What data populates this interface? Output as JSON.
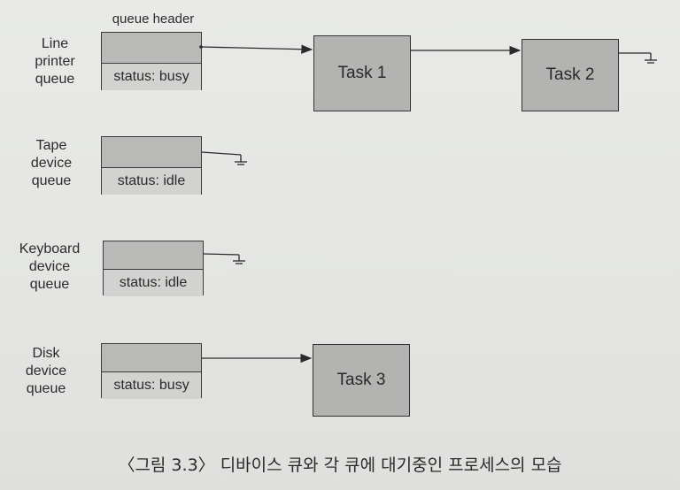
{
  "header_label": "queue header",
  "queues": [
    {
      "lines": [
        "Line",
        "printer",
        "queue"
      ],
      "status": "status: busy"
    },
    {
      "lines": [
        "Tape",
        "device",
        "queue"
      ],
      "status": "status: idle"
    },
    {
      "lines": [
        "Keyboard",
        "device",
        "queue"
      ],
      "status": "status: idle"
    },
    {
      "lines": [
        "Disk",
        "device",
        "queue"
      ],
      "status": "status: busy"
    }
  ],
  "tasks": [
    "Task 1",
    "Task 2",
    "Task 3"
  ],
  "caption": "〈그림 3.3〉 디바이스 큐와 각 큐에 대기중인 프로세스의 모습"
}
